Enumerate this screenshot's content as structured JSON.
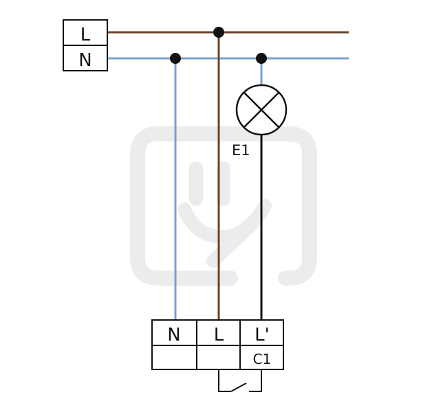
{
  "supply_terminals": {
    "line_label": "L",
    "neutral_label": "N"
  },
  "lamp": {
    "label": "E1"
  },
  "device_terminals": {
    "neutral_label": "N",
    "line_label": "L",
    "switched_line_label": "L'",
    "contact_label": "C1"
  },
  "colors": {
    "line_wire": "#6b4226",
    "neutral_wire": "#7aa1cf",
    "switched_wire": "#111111",
    "watermark": "#ececec"
  },
  "watermark": {
    "icon": "plug-logo-watermark-icon"
  }
}
